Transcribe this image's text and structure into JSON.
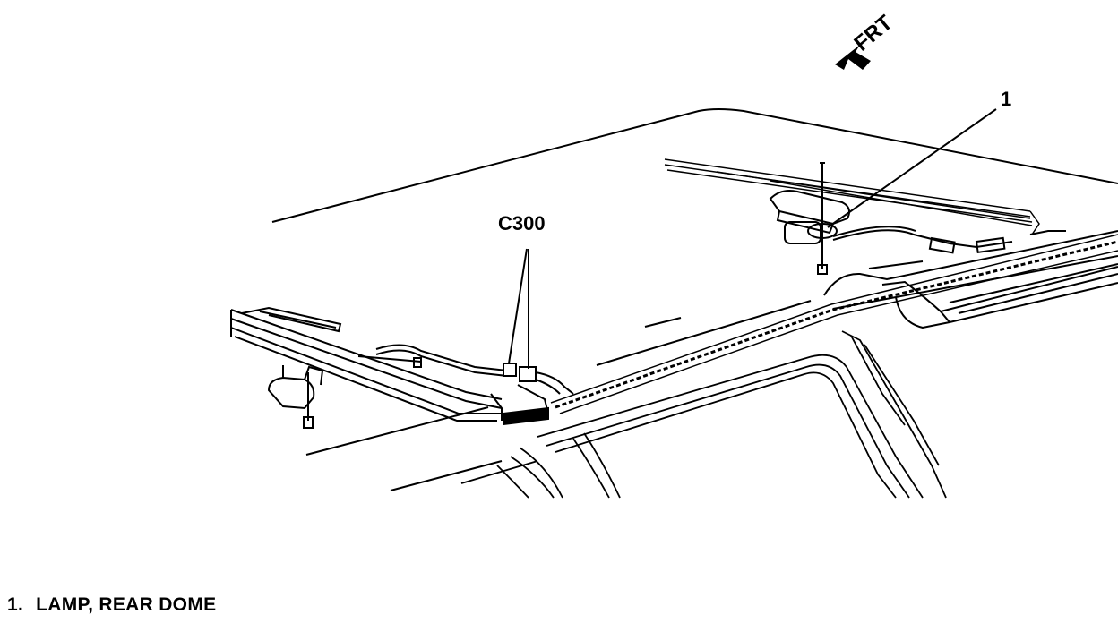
{
  "orientation": {
    "label": "FRT",
    "arrow_icon": "front-direction-arrow"
  },
  "callouts": {
    "item_1": "1",
    "connector": "C300"
  },
  "legend": [
    {
      "number": "1.",
      "text": "LAMP, REAR DOME"
    }
  ],
  "colors": {
    "ink": "#000000",
    "paper": "#ffffff"
  }
}
